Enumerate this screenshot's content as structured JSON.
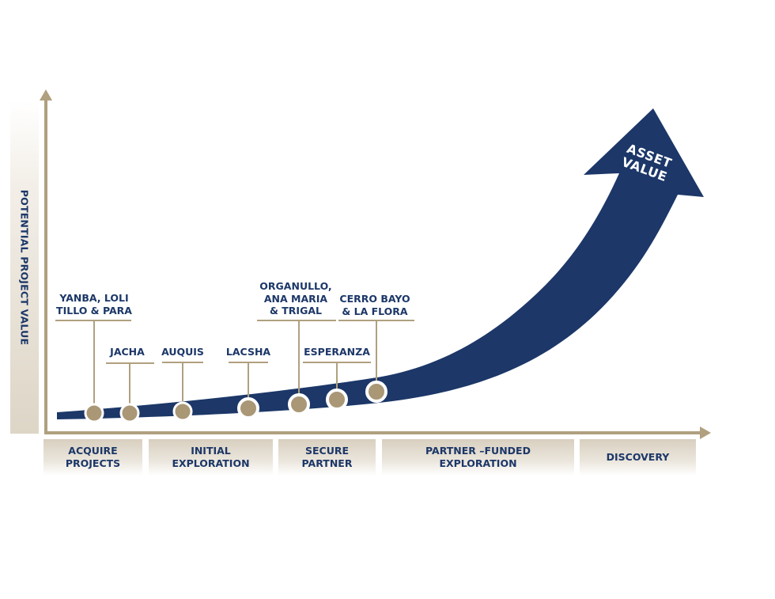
{
  "diagram": {
    "y_axis_label": "POTENTIAL PROJECT VALUE",
    "arrow_label": "ASSET\nVALUE",
    "stages": [
      {
        "id": "acquire",
        "label": "ACQUIRE\nPROJECTS"
      },
      {
        "id": "initial",
        "label": "INITIAL\nEXPLORATION"
      },
      {
        "id": "secure",
        "label": "SECURE\nPARTNER"
      },
      {
        "id": "partner-funded",
        "label": "PARTNER –FUNDED\nEXPLORATION"
      },
      {
        "id": "discovery",
        "label": "DISCOVERY"
      }
    ],
    "projects": [
      {
        "name": "YANBA, LOLI\nTILLO & PARA",
        "stage": "acquire",
        "ringed": false
      },
      {
        "name": "JACHA",
        "stage": "acquire",
        "ringed": false
      },
      {
        "name": "AUQUIS",
        "stage": "initial",
        "ringed": false
      },
      {
        "name": "LACSHA",
        "stage": "initial",
        "ringed": true
      },
      {
        "name": "ORGANULLO,\nANA MARIA\n& TRIGAL",
        "stage": "secure",
        "ringed": true
      },
      {
        "name": "ESPERANZA",
        "stage": "secure",
        "ringed": true
      },
      {
        "name": "CERRO BAYO\n& LA FLORA",
        "stage": "secure",
        "ringed": true
      }
    ],
    "colors": {
      "navy": "#1c3768",
      "gold": "#a99776",
      "axis": "#b0a07f",
      "stage_fill": "#d8cfbf"
    }
  }
}
